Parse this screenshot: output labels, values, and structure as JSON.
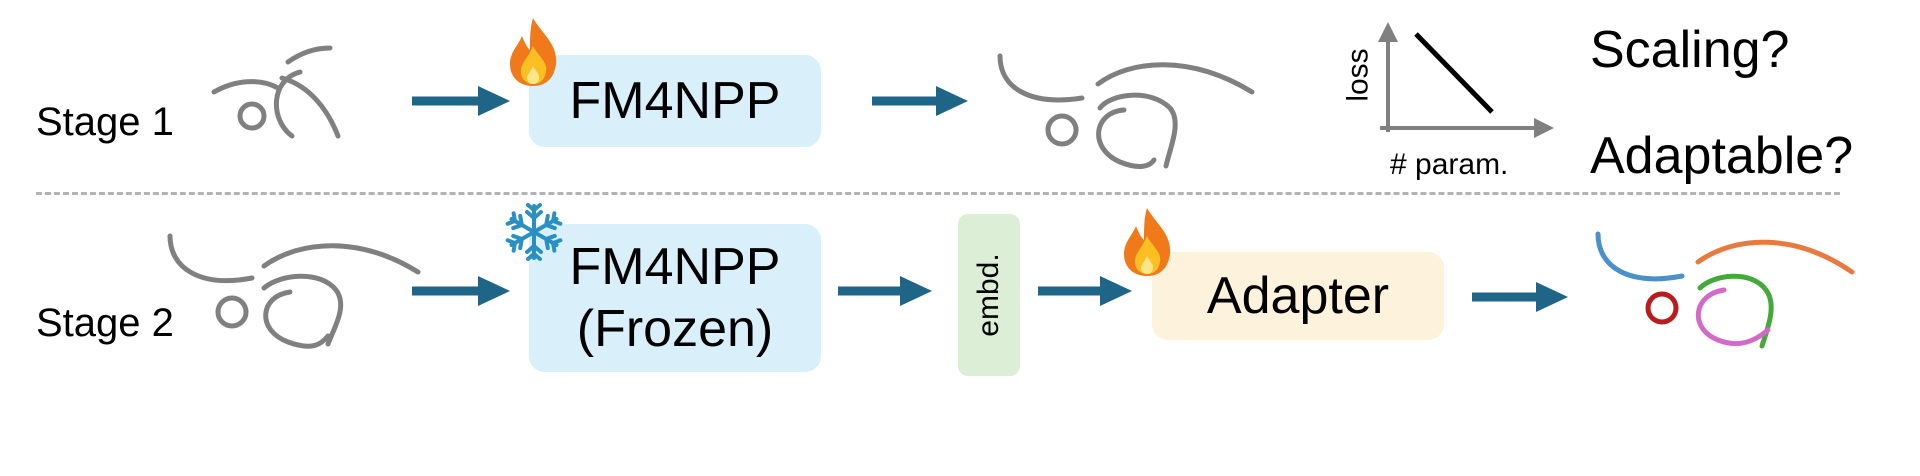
{
  "stages": {
    "stage1_label": "Stage 1",
    "stage2_label": "Stage 2"
  },
  "blocks": {
    "model_name": "FM4NPP",
    "model_frozen_name": "FM4NPP",
    "model_frozen_note": "(Frozen)",
    "embedding_label": "embd.",
    "adapter_label": "Adapter"
  },
  "questions": {
    "scaling": "Scaling?",
    "adaptable": "Adaptable?"
  },
  "mini_plot": {
    "ylabel": "loss",
    "xlabel": "# param."
  },
  "icons": {
    "trainable": "fire-icon",
    "frozen": "snowflake-icon"
  },
  "colors": {
    "arrow": "#1f6587",
    "track_gray": "#808080",
    "fm_box": "#d9effa",
    "adapter_box": "#fdf2dc",
    "embd_box": "#dcefd6",
    "track_blue": "#4a90c9",
    "track_orange": "#e8793f",
    "track_green": "#44a83a",
    "track_pink": "#d46ac8",
    "track_red": "#b81c1c"
  }
}
